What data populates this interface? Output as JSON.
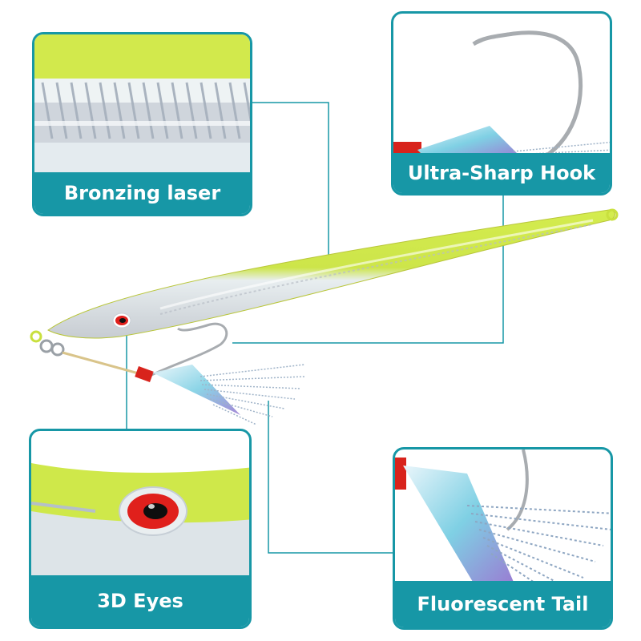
{
  "callouts": {
    "body": "Bronzing laser body",
    "hook": "Ultra-Sharp Hook",
    "eyes": "3D Eyes",
    "tail": "Fluorescent Tail"
  },
  "colors": {
    "accent": "#1797a6",
    "lure_chartreuse": "#cfe84a",
    "eye_red": "#e0201c",
    "hook_silver": "#a8acb0"
  }
}
